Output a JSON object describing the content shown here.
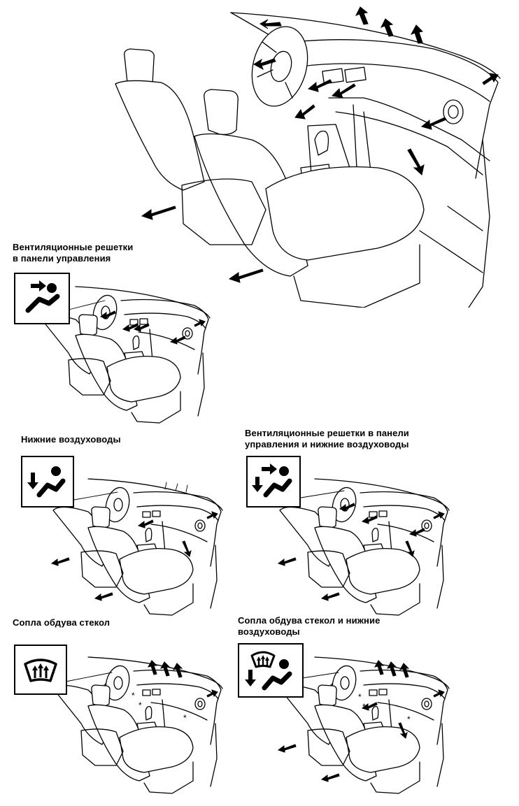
{
  "sections": [
    {
      "id": "face",
      "caption": "Вентиляционные решетки\nв панели  управления",
      "icon": "face-vent-mode-icon"
    },
    {
      "id": "foot",
      "caption": "Нижние воздуховоды",
      "icon": "foot-vent-mode-icon"
    },
    {
      "id": "bilevel",
      "caption": "Вентиляционные решетки в панели\nуправления и нижние воздуховоды",
      "icon": "bilevel-vent-mode-icon"
    },
    {
      "id": "defrost",
      "caption": "Сопла обдува стекол",
      "icon": "defrost-mode-icon"
    },
    {
      "id": "defrost-foot",
      "caption": "Сопла обдува стекол и нижние\nвоздуховоды",
      "icon": "defrost-foot-mode-icon"
    }
  ],
  "marker_asterisk": "*"
}
